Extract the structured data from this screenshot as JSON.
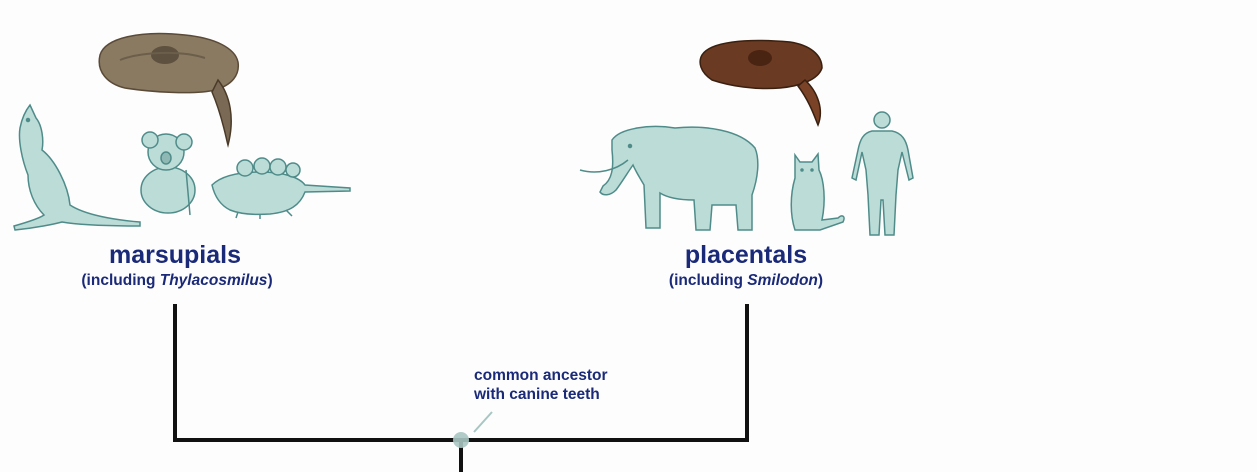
{
  "colors": {
    "label_text": "#1a2a78",
    "animal_fill": "#bcdcd8",
    "animal_stroke": "#4f8c89",
    "branch": "#111111",
    "skull_light": "#8a7a62",
    "skull_dark": "#6a3a22",
    "node": "#a8c6c2"
  },
  "left_group": {
    "name": "marsupials",
    "sub_prefix": "(including ",
    "sub_taxon": "Thylacosmilus",
    "sub_suffix": ")",
    "icons": [
      "skull-icon",
      "kangaroo-icon",
      "koala-icon",
      "opossum-icon"
    ]
  },
  "right_group": {
    "name": "placentals",
    "sub_prefix": "(including ",
    "sub_taxon": "Smilodon",
    "sub_suffix": ")",
    "icons": [
      "skull-icon",
      "elephant-icon",
      "cat-icon",
      "human-icon"
    ]
  },
  "ancestor": {
    "line1": "common ancestor",
    "line2": "with canine teeth"
  }
}
